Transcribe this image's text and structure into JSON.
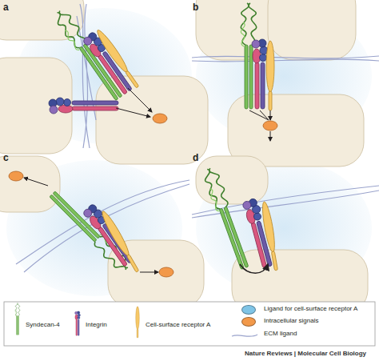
{
  "diagram": {
    "labels": [
      "a",
      "b",
      "c",
      "d",
      "Nature Reviews | Molecular Cell Biology"
    ],
    "legend": [
      {
        "text": "Syndecan-4"
      },
      {
        "text": "Integrin"
      },
      {
        "text": "Cell-surface receptor A"
      },
      {
        "text": "Ligand for cell-surface receptor A",
        "color": "#7fc4e6"
      },
      {
        "text": "Intracellular signals",
        "color": "#f2994a"
      },
      {
        "text": "ECM ligand"
      }
    ]
  }
}
